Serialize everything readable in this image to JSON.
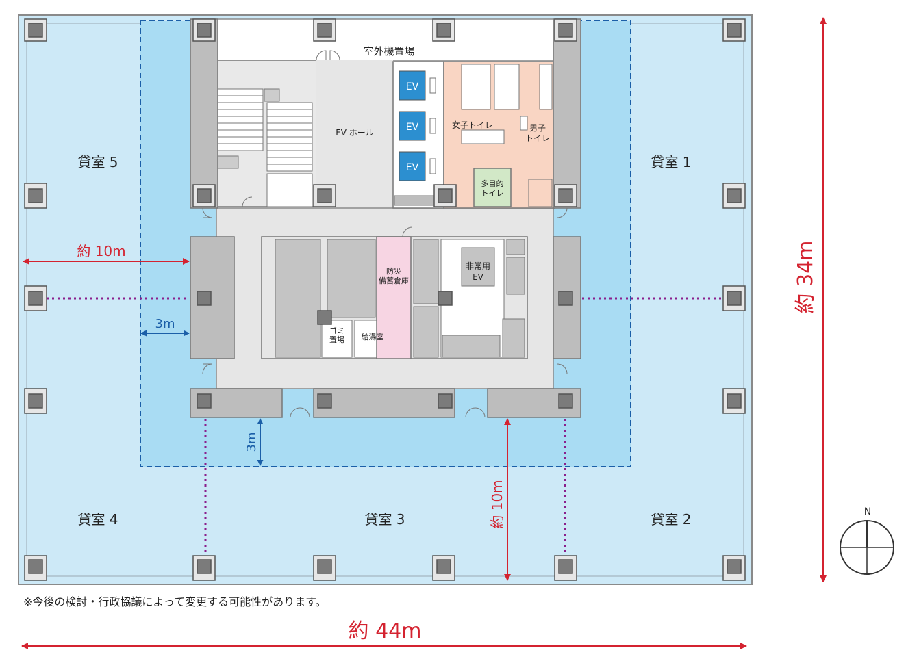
{
  "rooms": {
    "room5": "貸室 5",
    "room1": "貸室 1",
    "room4": "貸室 4",
    "room3": "貸室 3",
    "room2": "貸室 2"
  },
  "core": {
    "outdoor_unit": "室外機置場",
    "ev_hall": "EV ホール",
    "ev1": "EV",
    "ev2": "EV",
    "ev3": "EV",
    "womens_toilet": "女子トイレ",
    "mens_toilet_1": "男子",
    "mens_toilet_2": "トイレ",
    "multi_toilet_1": "多目的",
    "multi_toilet_2": "トイレ",
    "disaster_storage_1": "防災",
    "disaster_storage_2": "備蓄倉庫",
    "emergency_ev_1": "非常用",
    "emergency_ev_2": "EV",
    "garbage_1": "ゴミ",
    "garbage_2": "置場",
    "kitchenette": "給湯室"
  },
  "dimensions": {
    "width_total": "約 44m",
    "depth_total": "約 34m",
    "west_depth": "約 10m",
    "south_depth": "約 10m",
    "west_setback": "3m",
    "south_setback": "3m"
  },
  "compass": {
    "north": "N"
  },
  "footnote": "※今後の検討・行政協議によって変更する可能性があります。",
  "colors": {
    "office_light": "#cde9f7",
    "office_zone": "#a9dcf3",
    "core_gray": "#e6e6e6",
    "toilet": "#f9d5c3",
    "multi_toilet": "#d2e8c7",
    "storage": "#f7d5e3",
    "elevator": "#2c8fd0",
    "dimension_red": "#d42330",
    "setback_blue": "#1b5fa8",
    "partition_purple": "#8a1f8c"
  }
}
